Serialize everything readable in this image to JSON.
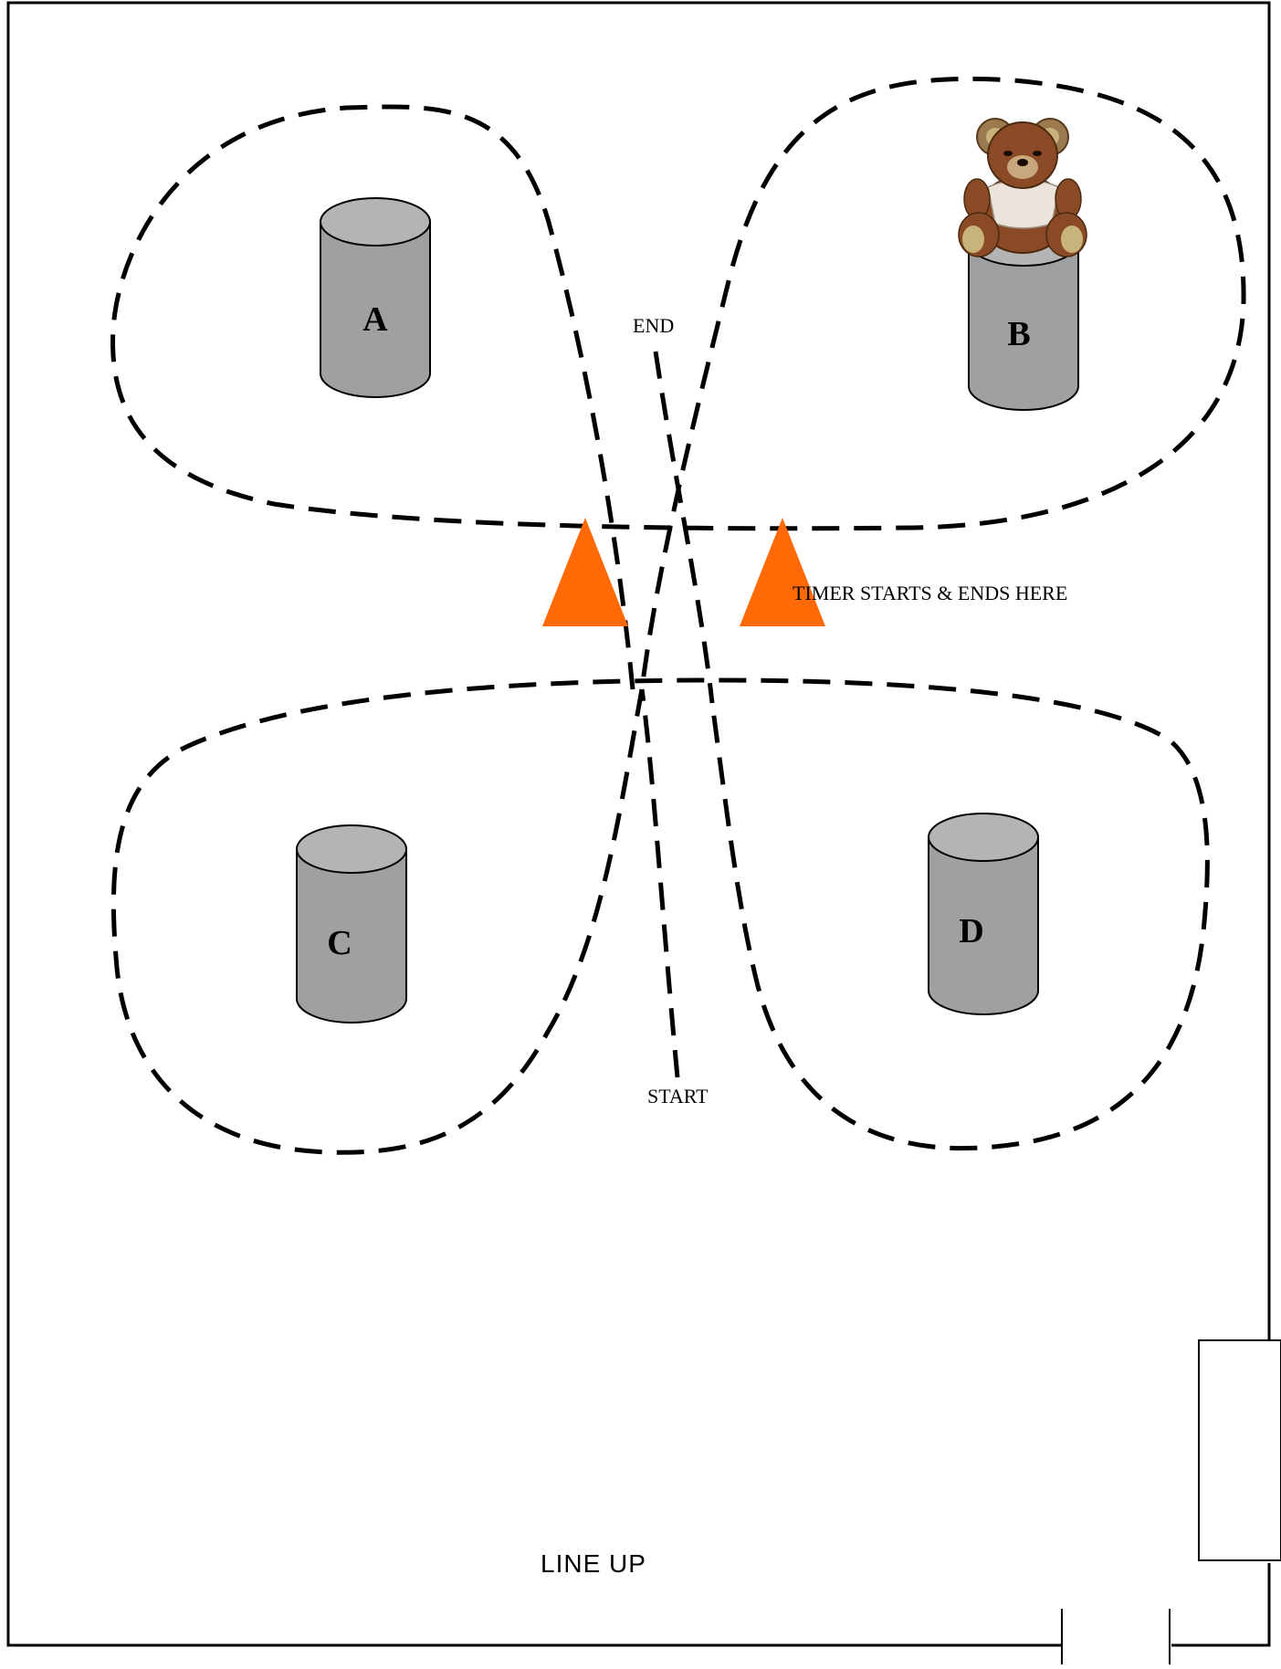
{
  "barrels": {
    "a": {
      "label": "A"
    },
    "b": {
      "label": "B"
    },
    "c": {
      "label": "C"
    },
    "d": {
      "label": "D"
    }
  },
  "labels": {
    "end": "END",
    "start": "START",
    "timer": "TIMER STARTS & ENDS HERE",
    "line_up": "LINE UP"
  },
  "colors": {
    "barrel_fill": "#a0a0a0",
    "barrel_top": "#b4b4b4",
    "cone": "#ff6a06",
    "outline": "#000000"
  },
  "icons": {
    "bear": "teddy-bear-icon",
    "cone": "traffic-cone-icon",
    "barrel": "barrel-icon"
  }
}
